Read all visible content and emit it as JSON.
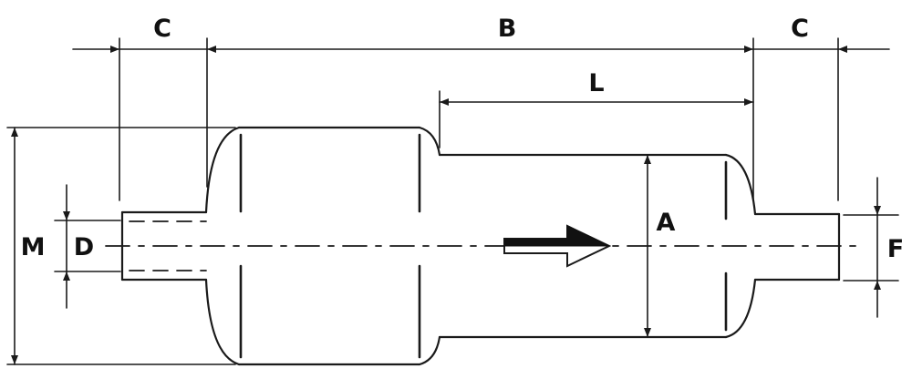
{
  "labels": {
    "c_left": "C",
    "b": "B",
    "c_right": "C",
    "l": "L",
    "m": "M",
    "d": "D",
    "a": "A",
    "f": "F"
  },
  "colors": {
    "line": "#1a1a1a",
    "background": "#ffffff"
  }
}
